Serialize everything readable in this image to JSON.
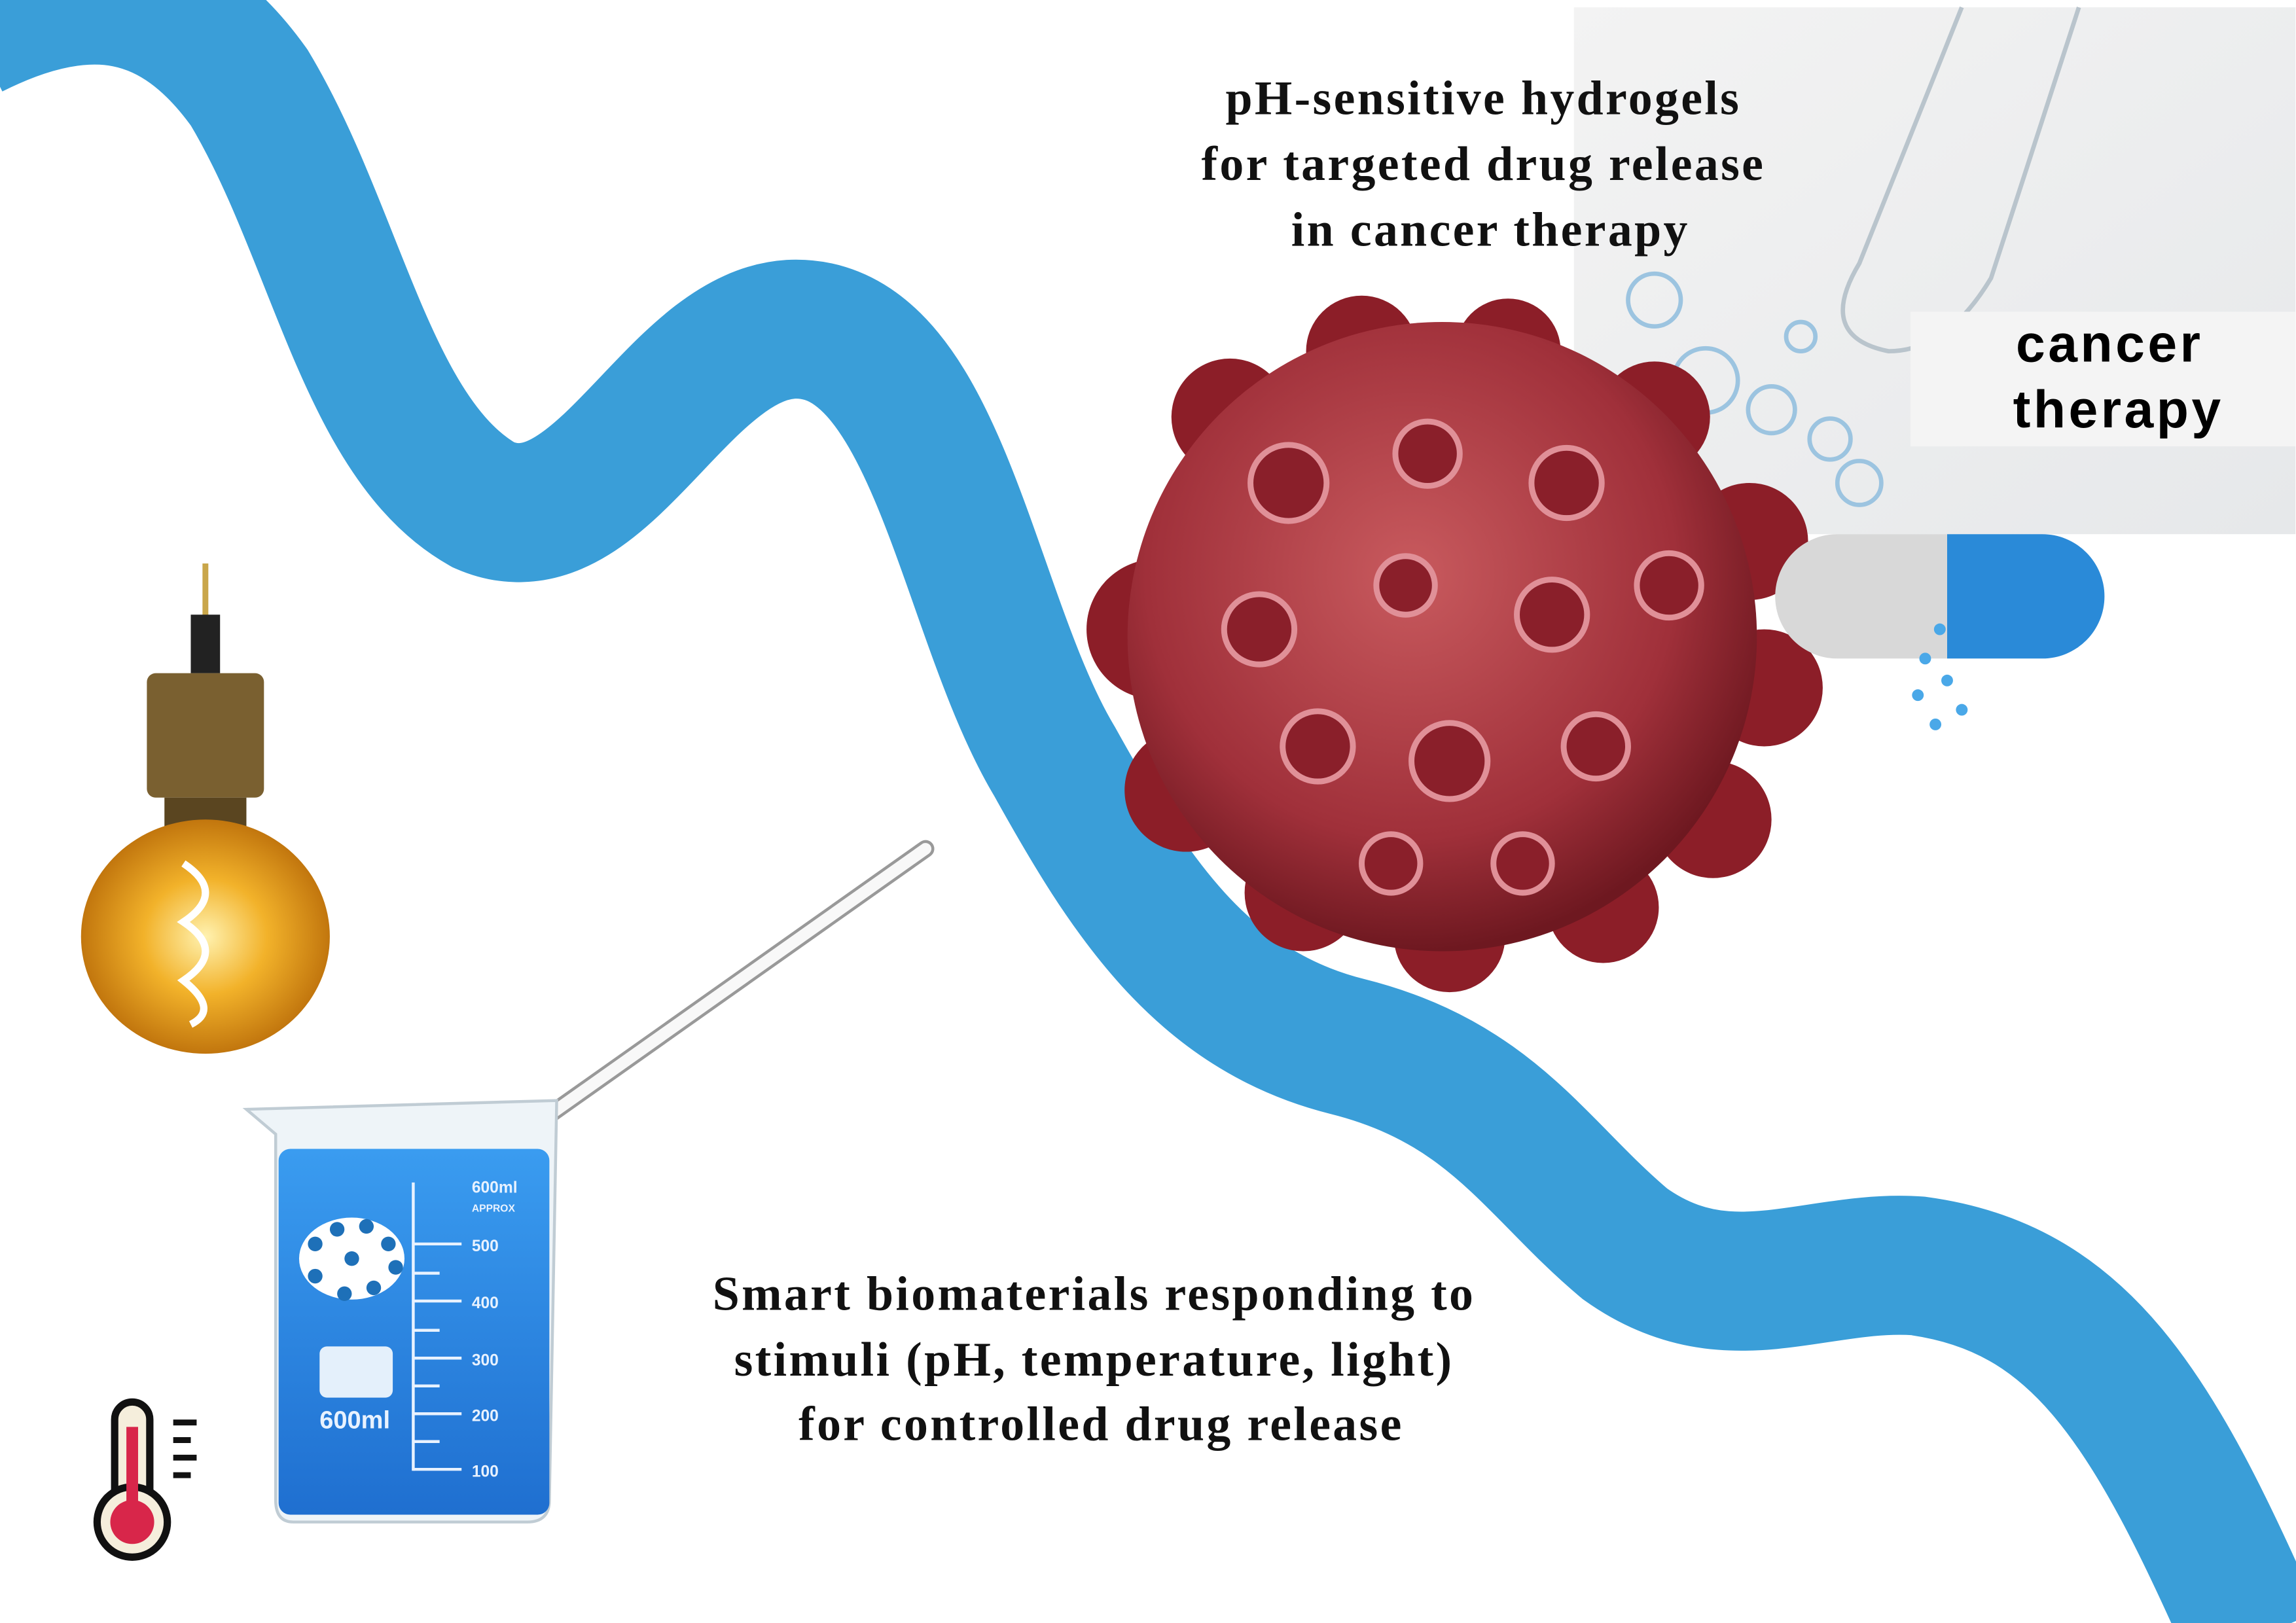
{
  "top_caption": {
    "lines": [
      "pH-sensitive hydrogels",
      "for targeted drug release",
      "in cancer therapy"
    ]
  },
  "bottom_caption": {
    "lines": [
      "Smart biomaterials responding to",
      "stimuli (pH, temperature, light)",
      "for controlled drug release"
    ]
  },
  "cancer_label": {
    "lines": [
      "cancer",
      "therapy"
    ]
  },
  "beaker": {
    "label": "600ml",
    "top_mark": "600ml",
    "approx": "APPROX",
    "marks": [
      "500",
      "400",
      "300",
      "200",
      "100"
    ]
  },
  "colors": {
    "ribbon": "#3a9ed8",
    "cell": "#a8303a",
    "liquid": "#2f8fe0",
    "bulb": "#e8a020"
  },
  "icons": [
    "light-bulb-icon",
    "thermometer-icon",
    "beaker-icon",
    "pipette-icon",
    "cancer-cell-icon",
    "capsule-icon",
    "nanoparticle-icon"
  ]
}
